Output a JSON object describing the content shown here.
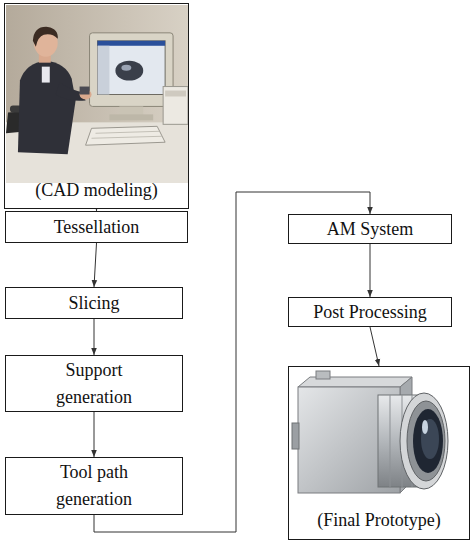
{
  "diagram": {
    "nodes": [
      {
        "text": [
          "(CAD modeling)"
        ]
      },
      {
        "text": [
          "Tessellation"
        ]
      },
      {
        "text": [
          "Slicing"
        ]
      },
      {
        "text": [
          "Support generation"
        ]
      },
      {
        "text": [
          "Tool path generation"
        ]
      },
      {
        "text": [
          "AM System"
        ]
      },
      {
        "text": [
          "Post Processing"
        ]
      },
      {
        "text": [
          "(Final Prototype)"
        ]
      }
    ],
    "edges": [
      {
        "from": 0,
        "to": 1,
        "arrow": "to"
      },
      {
        "from": 1,
        "to": 2,
        "arrow": "to"
      },
      {
        "from": 2,
        "to": 3,
        "arrow": "to"
      },
      {
        "from": 3,
        "to": 4,
        "arrow": "to"
      },
      {
        "from": 4,
        "to": 5,
        "arrow": "to"
      },
      {
        "from": 5,
        "to": 6,
        "arrow": "to"
      },
      {
        "from": 6,
        "to": 7,
        "arrow": "to"
      }
    ]
  }
}
